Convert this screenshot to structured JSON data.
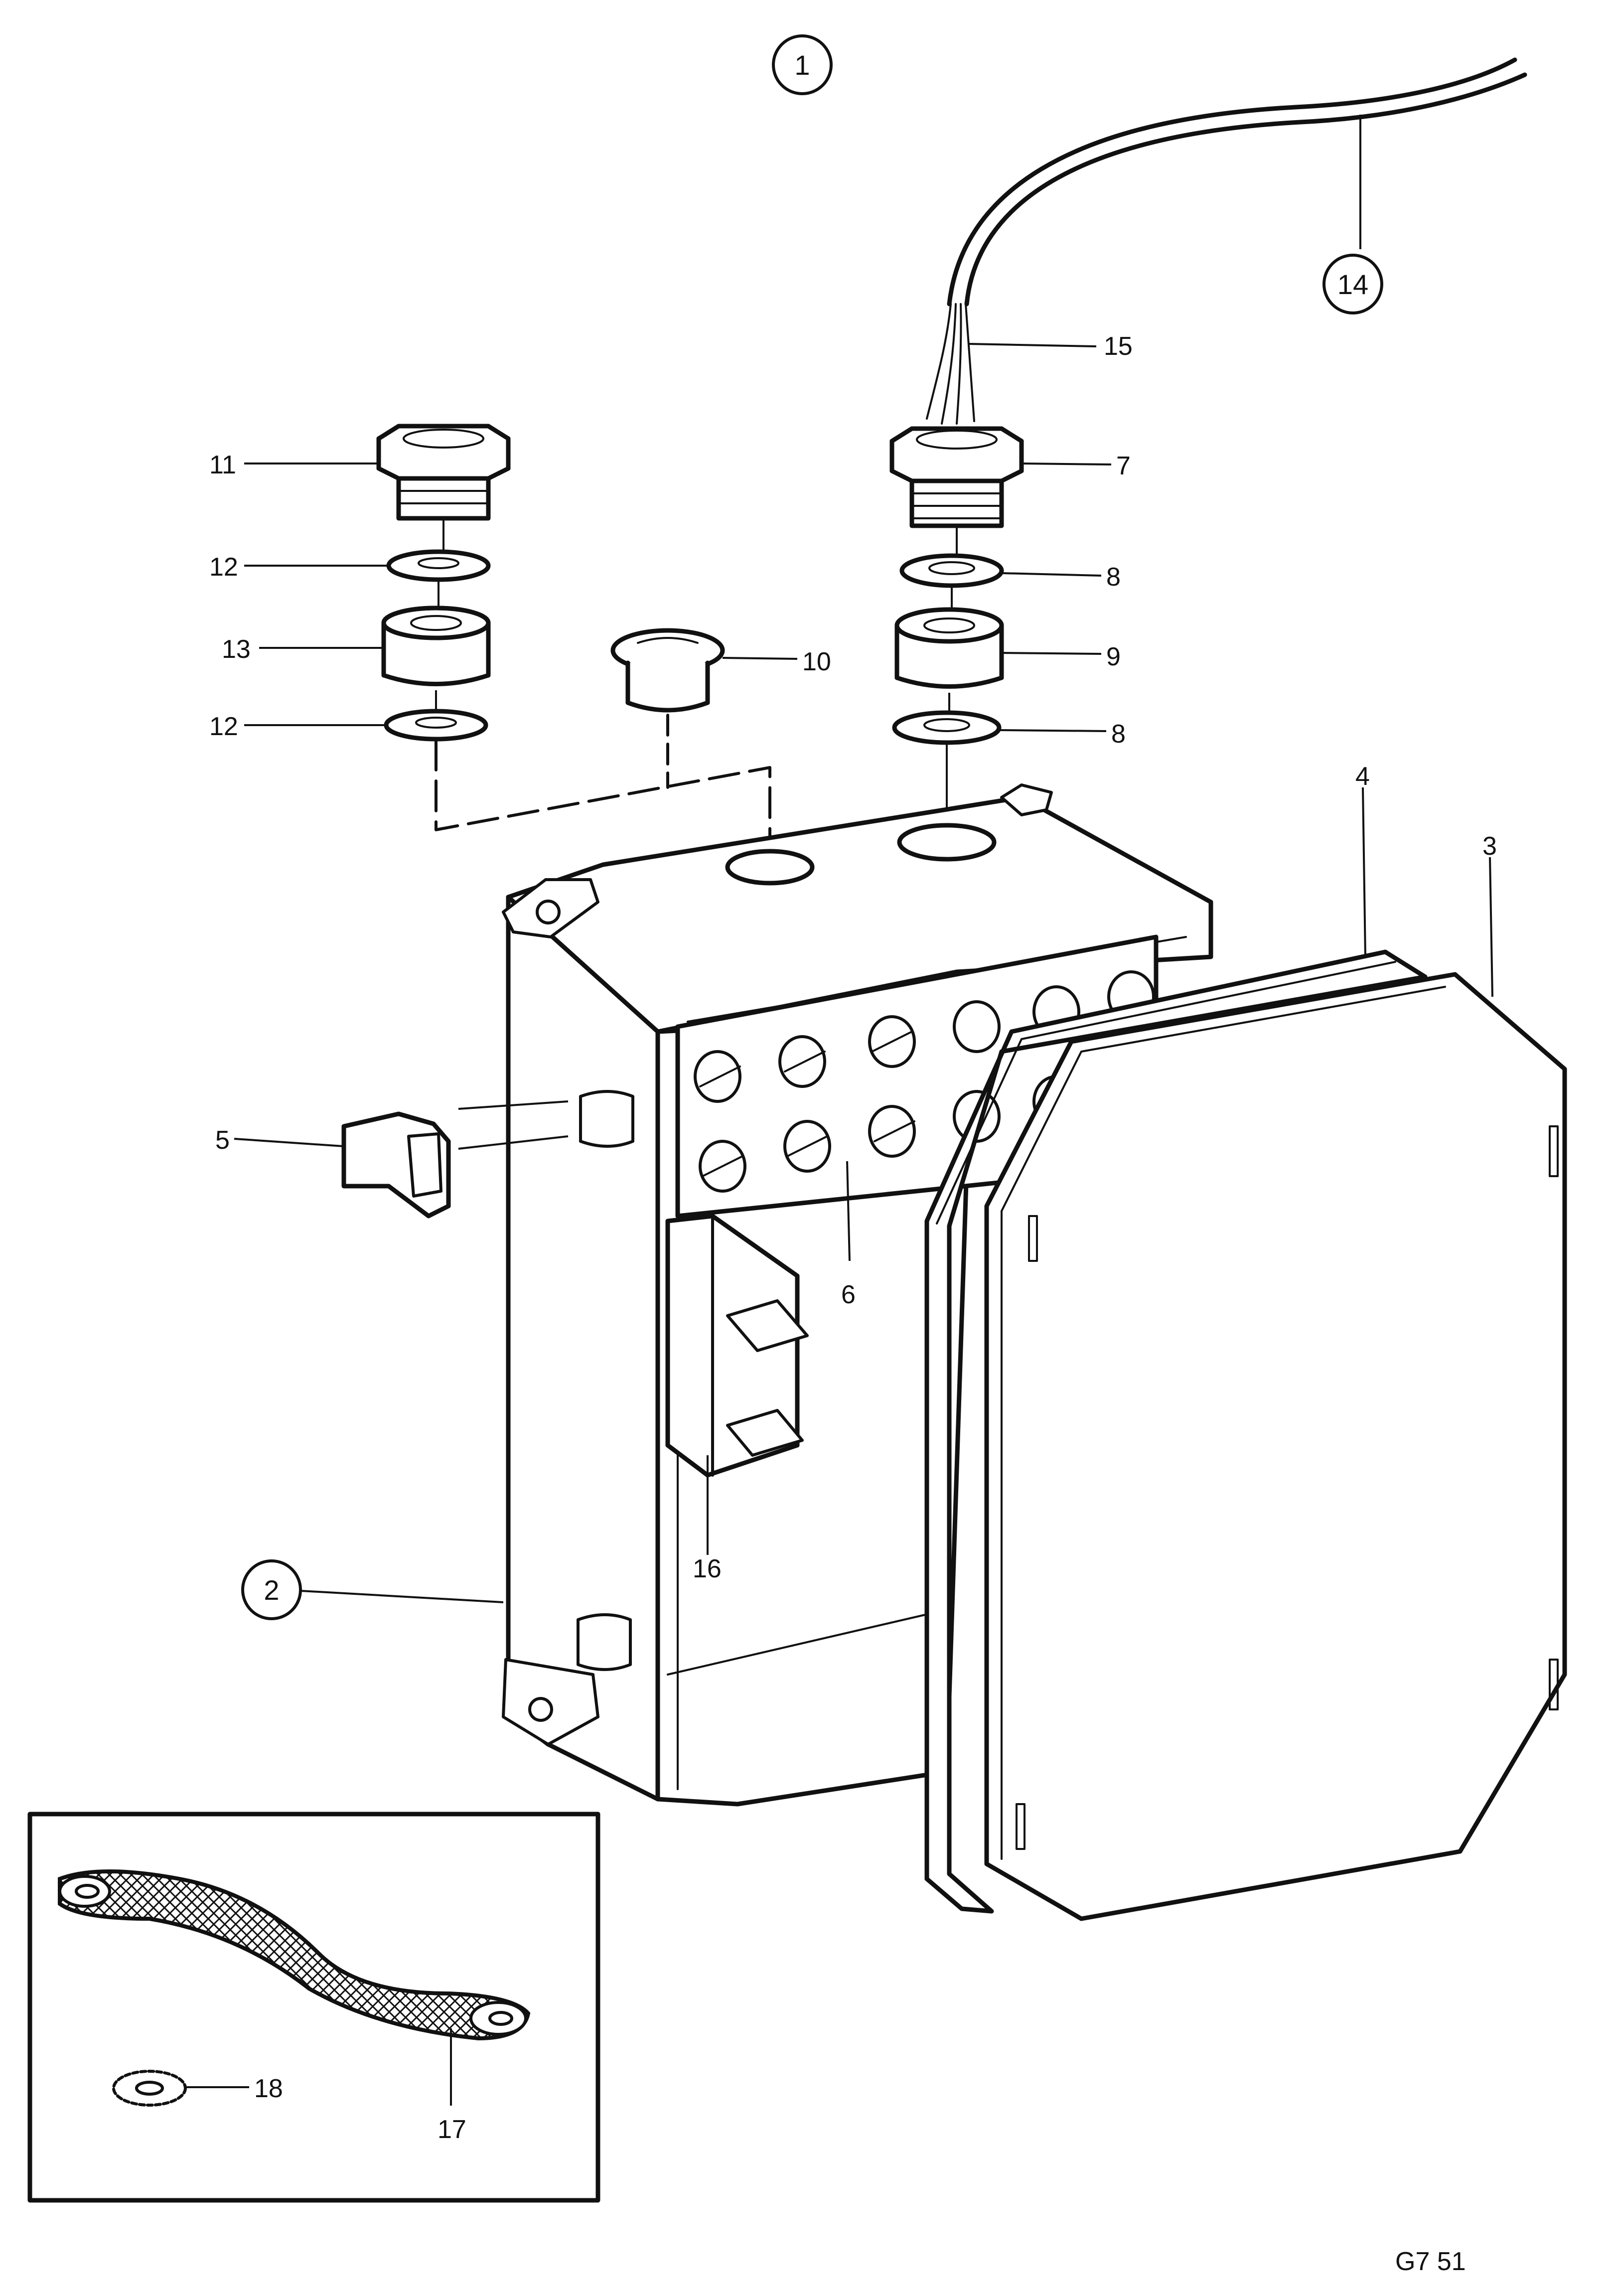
{
  "labels": {
    "l1": "1",
    "l2": "2",
    "l3": "3",
    "l4": "4",
    "l5": "5",
    "l6": "6",
    "l7": "7",
    "l8a": "8",
    "l8b": "8",
    "l9": "9",
    "l10": "10",
    "l11": "11",
    "l12a": "12",
    "l12b": "12",
    "l13": "13",
    "l14": "14",
    "l15": "15",
    "l16": "16",
    "l17": "17",
    "l18": "18"
  },
  "drawing_code": "G7 51"
}
